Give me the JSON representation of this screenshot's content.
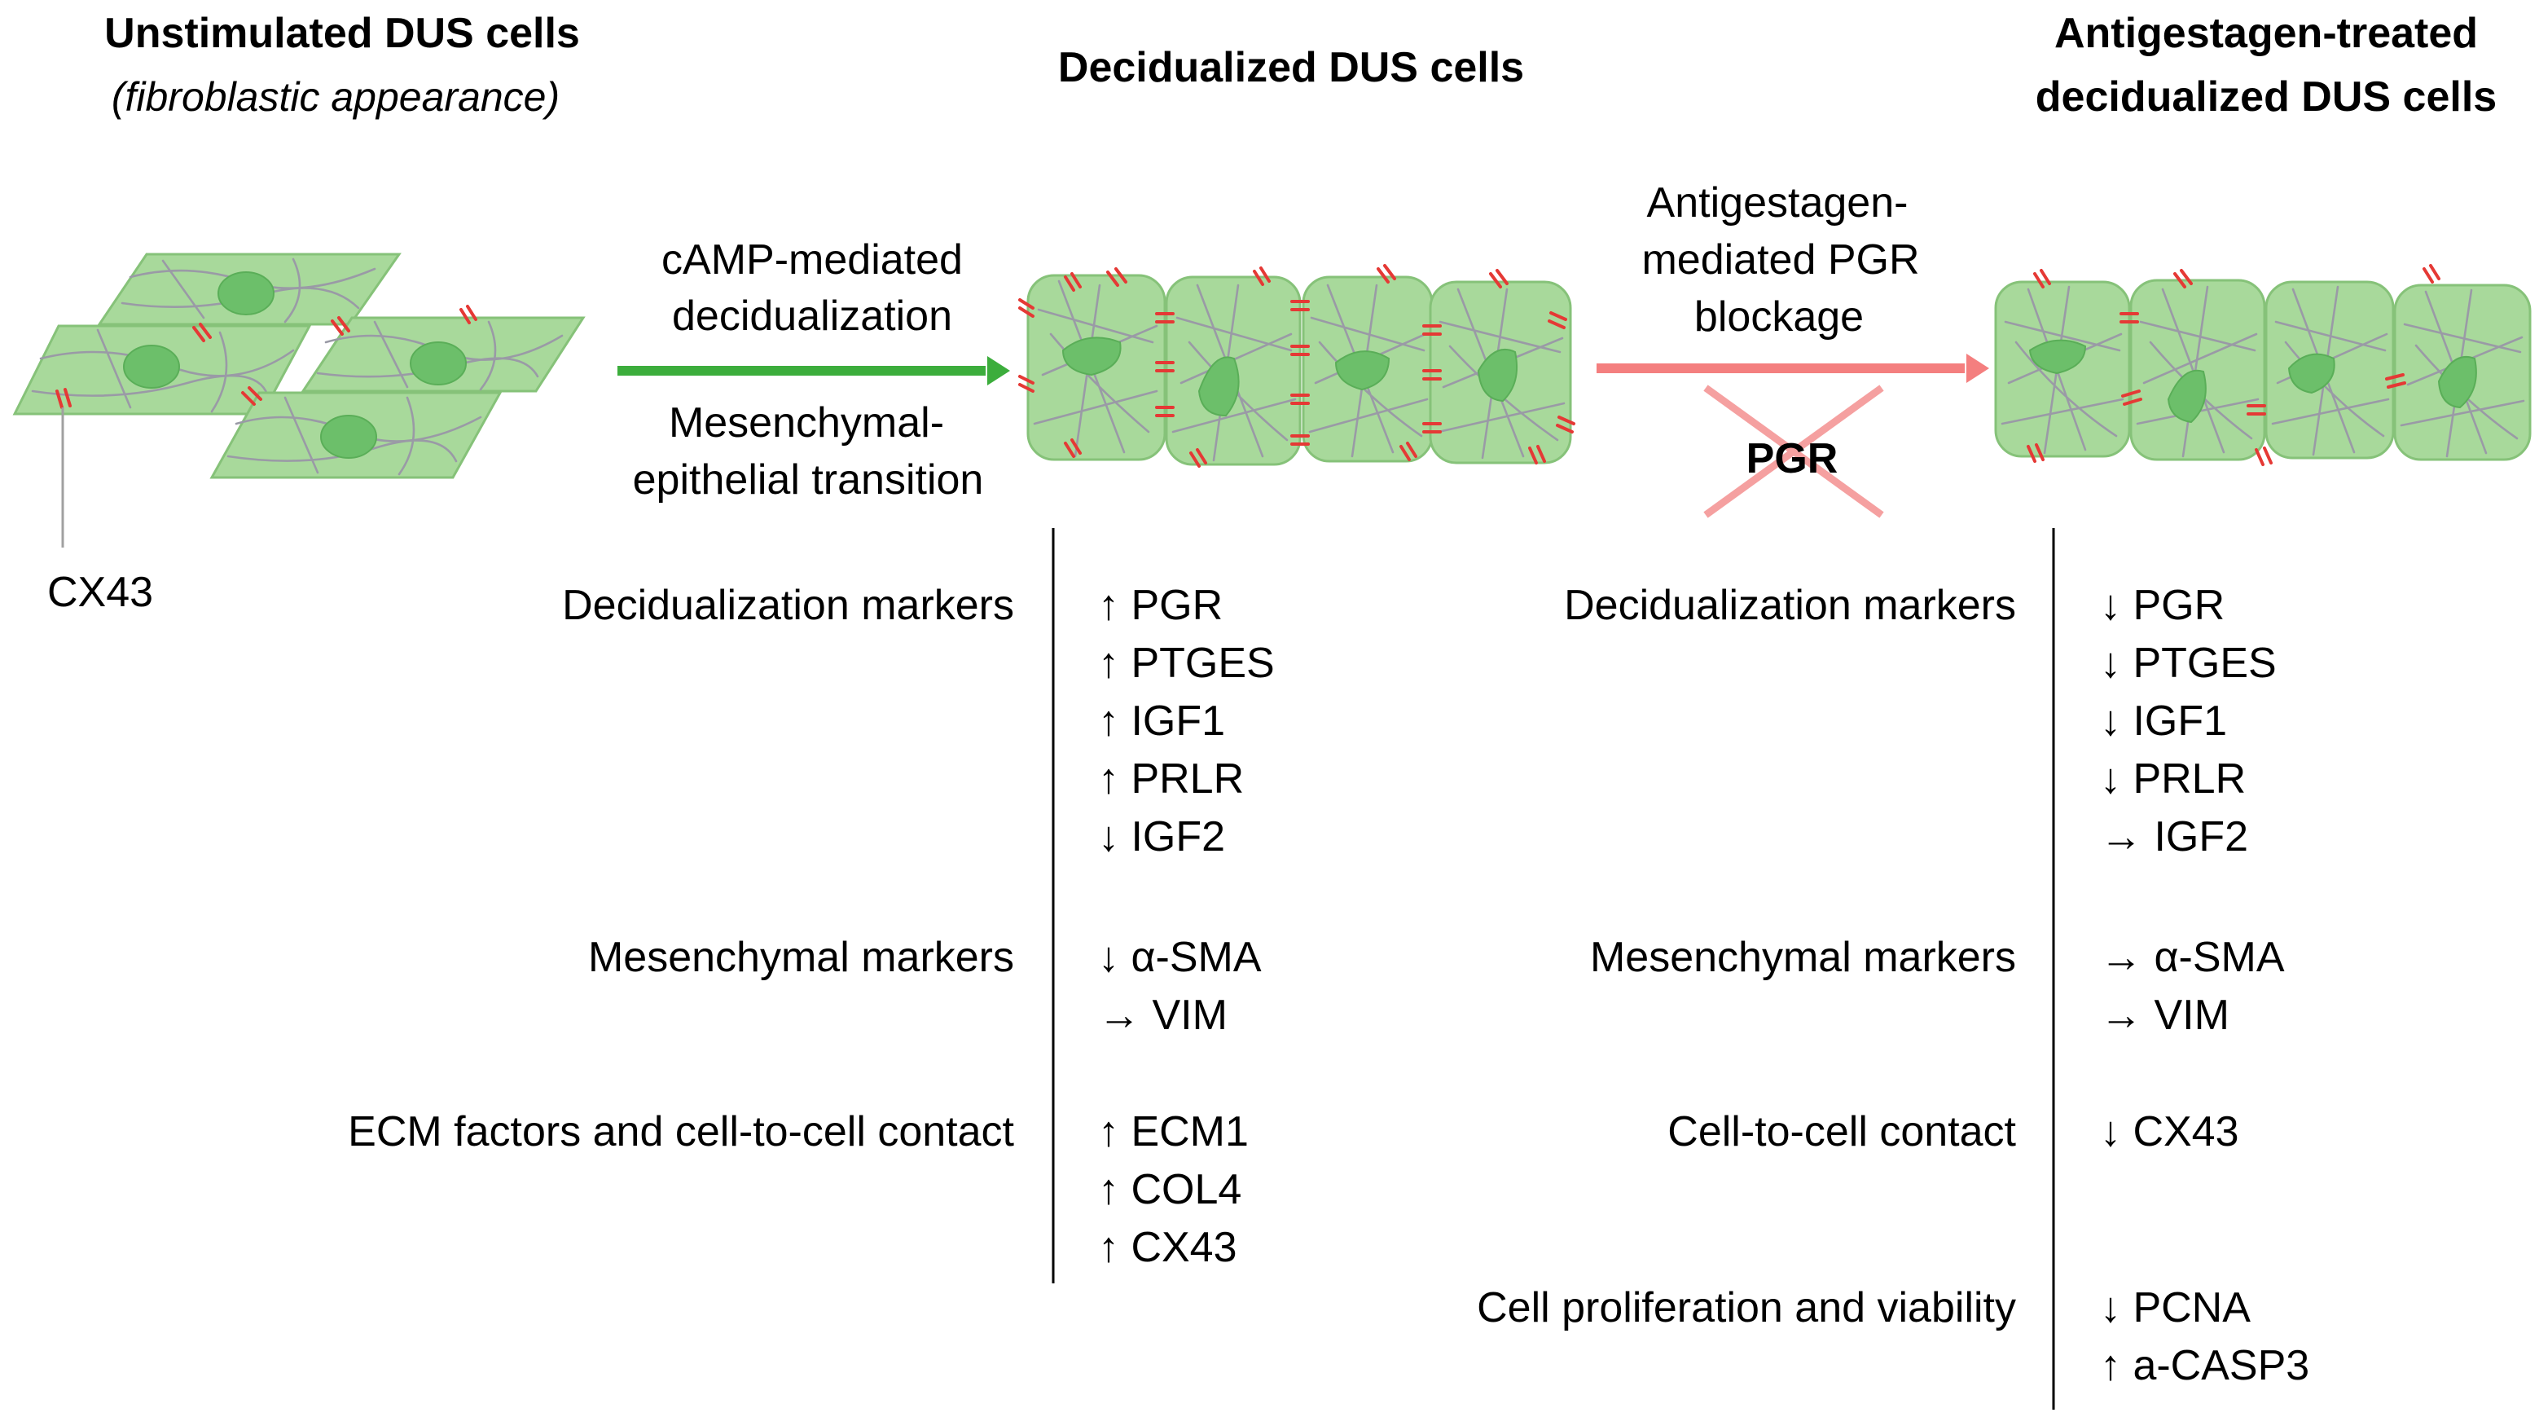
{
  "headers": {
    "unstimulated_title": "Unstimulated DUS cells",
    "unstimulated_subtitle": "(fibroblastic appearance)",
    "decidualized_title": "Decidualized DUS cells",
    "antigestagen_title_line1": "Antigestagen-treated",
    "antigestagen_title_line2": "decidualized DUS cells"
  },
  "arrows": {
    "camp": {
      "line1": "cAMP-mediated",
      "line2": "decidualization",
      "line3": "Mesenchymal-",
      "line4": "epithelial transition",
      "color": "#3cad3c"
    },
    "antigestagen": {
      "line1": "Antigestagen-",
      "line2": "mediated PGR",
      "line3": "blockage",
      "color": "#f47f7f"
    }
  },
  "blocked_receptor": {
    "label": "PGR",
    "cross_color": "#f5a0a0"
  },
  "cx43_label": "CX43",
  "colors": {
    "cell_fill": "#a8d99b",
    "nucleus": "#6cbf6a",
    "gap_junction": "#e53935",
    "filament": "#9a9aa6"
  },
  "decidualized_panel": {
    "groups": [
      {
        "label": "Decidualization markers",
        "items": [
          "↑ PGR",
          "↑ PTGES",
          "↑ IGF1",
          "↑ PRLR",
          "↓ IGF2"
        ]
      },
      {
        "label": "Mesenchymal markers",
        "items": [
          "↓ α-SMA",
          "→ VIM"
        ]
      },
      {
        "label": "ECM factors and cell-to-cell contact",
        "items": [
          "↑ ECM1",
          "↑ COL4",
          "↑ CX43"
        ]
      }
    ]
  },
  "antigestagen_panel": {
    "groups": [
      {
        "label": "Decidualization markers",
        "items": [
          "↓ PGR",
          "↓ PTGES",
          "↓ IGF1",
          "↓ PRLR",
          "→ IGF2"
        ]
      },
      {
        "label": "Mesenchymal markers",
        "items": [
          "→ α-SMA",
          "→ VIM"
        ]
      },
      {
        "label": "Cell-to-cell contact",
        "items": [
          "↓ CX43"
        ]
      },
      {
        "label": "Cell proliferation and viability",
        "items": [
          "↓ PCNA",
          "↑ a-CASP3"
        ]
      }
    ]
  }
}
